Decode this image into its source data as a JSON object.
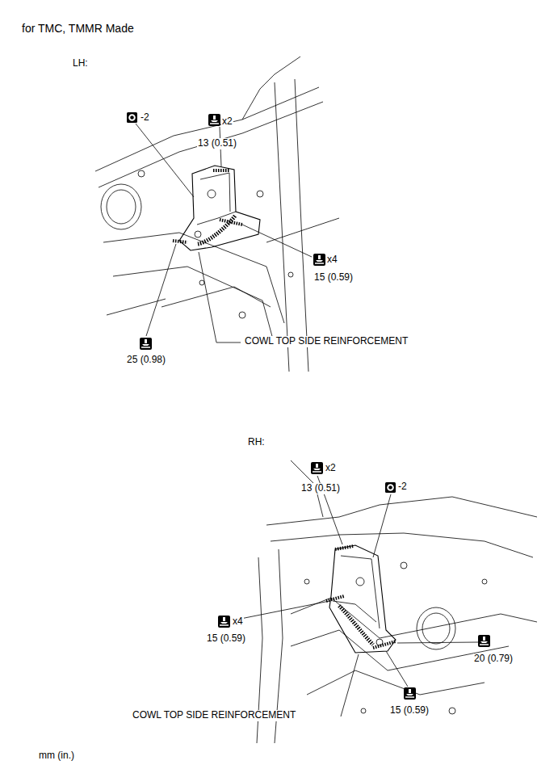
{
  "diagram": {
    "title": "for TMC, TMMR Made",
    "labels": [
      "LH:",
      "x2",
      "13 (0.51)",
      "-2",
      "x4",
      "15 (0.59)",
      "25 (0.98)",
      "COWL TOP SIDE REINFORCEMENT",
      "RH:",
      "x2",
      "13 (0.51)",
      "-2",
      "x4",
      "15 (0.59)",
      "20 (0.79)",
      "COWL TOP SIDE REINFORCEMENT",
      "15 (0.59)",
      "mm (in.)"
    ]
  }
}
